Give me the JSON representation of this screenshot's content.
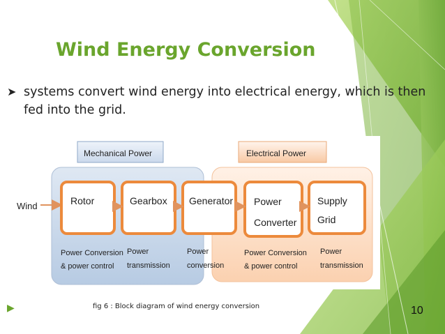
{
  "slide": {
    "title": "Wind Energy Conversion",
    "bullet": "systems convert wind energy into electrical energy, which is then fed into the grid.",
    "caption": "fig 6 : Block diagram of wind energy conversion",
    "page_number": "10"
  },
  "diagram": {
    "input_label": "Wind",
    "mechanical_header": "Mechanical Power",
    "electrical_header": "Electrical Power",
    "blocks": [
      {
        "line1": "Rotor",
        "line2": ""
      },
      {
        "line1": "Gearbox",
        "line2": ""
      },
      {
        "line1": "Generator",
        "line2": ""
      },
      {
        "line1": "Power",
        "line2": "Converter"
      },
      {
        "line1": "Supply",
        "line2": "Grid"
      }
    ],
    "descriptions": [
      {
        "line1": "Power Conversion",
        "line2": "& power control"
      },
      {
        "line1": "Power",
        "line2": "transmission"
      },
      {
        "line1": "Power",
        "line2": "conversion"
      },
      {
        "line1": "Power Conversion",
        "line2": "& power control"
      },
      {
        "line1": "Power",
        "line2": "transmission"
      }
    ]
  },
  "colors": {
    "title_green": "#6aa52d",
    "block_border": "#ec8a3c",
    "mech_panel": "#c7d7ea",
    "elec_panel": "#fde2cc"
  }
}
